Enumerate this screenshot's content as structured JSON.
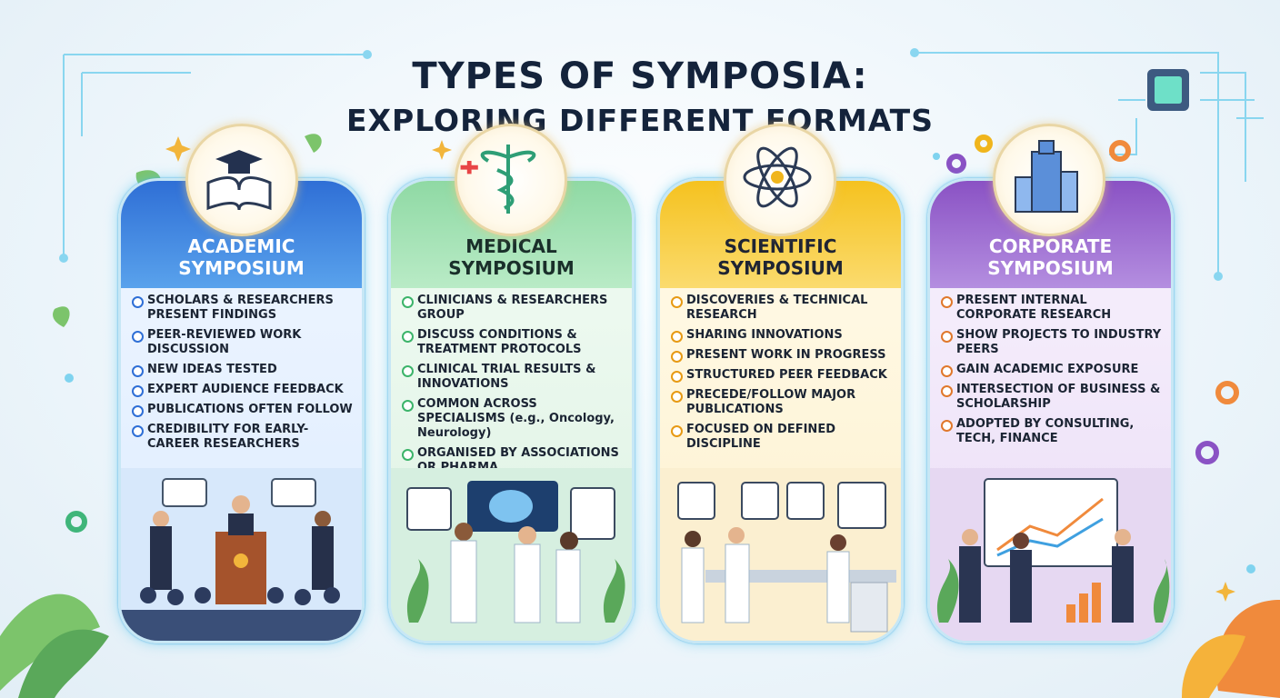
{
  "title": {
    "line1": "TYPES OF SYMPOSIA:",
    "line2": "EXPLORING DIFFERENT FORMATS"
  },
  "colors": {
    "academic": "#2f6fd6",
    "medical": "#3cb46a",
    "scientific": "#f0b51c",
    "corporate": "#8a52c4",
    "title": "#14233b"
  },
  "cards": [
    {
      "key": "academic",
      "title_line1": "ACADEMIC",
      "title_line2": "SYMPOSIUM",
      "emblem_icon": "graduation-book-icon",
      "items": [
        "SCHOLARS & RESEARCHERS PRESENT FINDINGS",
        "PEER-REVIEWED WORK DISCUSSION",
        "NEW IDEAS TESTED",
        "EXPERT AUDIENCE FEEDBACK",
        "PUBLICATIONS OFTEN FOLLOW",
        "CREDIBILITY FOR EARLY-CAREER RESEARCHERS"
      ]
    },
    {
      "key": "medical",
      "title_line1": "MEDICAL",
      "title_line2": "SYMPOSIUM",
      "emblem_icon": "caduceus-icon",
      "items": [
        "CLINICIANS & RESEARCHERS GROUP",
        "DISCUSS CONDITIONS & TREATMENT PROTOCOLS",
        "CLINICAL TRIAL RESULTS & INNOVATIONS",
        "COMMON ACROSS SPECIALISMS (e.g., Oncology, Neurology)",
        "ORGANISED BY ASSOCIATIONS OR PHARMA"
      ]
    },
    {
      "key": "scientific",
      "title_line1": "SCIENTIFIC",
      "title_line2": "SYMPOSIUM",
      "emblem_icon": "atom-icon",
      "items": [
        "DISCOVERIES & TECHNICAL RESEARCH",
        "SHARING INNOVATIONS",
        "PRESENT WORK IN PROGRESS",
        "STRUCTURED PEER FEEDBACK",
        "PRECEDE/FOLLOW MAJOR PUBLICATIONS",
        "FOCUSED ON DEFINED DISCIPLINE"
      ]
    },
    {
      "key": "corporate",
      "title_line1": "CORPORATE",
      "title_line2": "SYMPOSIUM",
      "emblem_icon": "skyscraper-icon",
      "items": [
        "PRESENT INTERNAL CORPORATE RESEARCH",
        "SHOW PROJECTS TO INDUSTRY PEERS",
        "GAIN ACADEMIC EXPOSURE",
        "INTERSECTION OF BUSINESS & SCHOLARSHIP",
        "ADOPTED BY CONSULTING, TECH, FINANCE"
      ]
    }
  ]
}
